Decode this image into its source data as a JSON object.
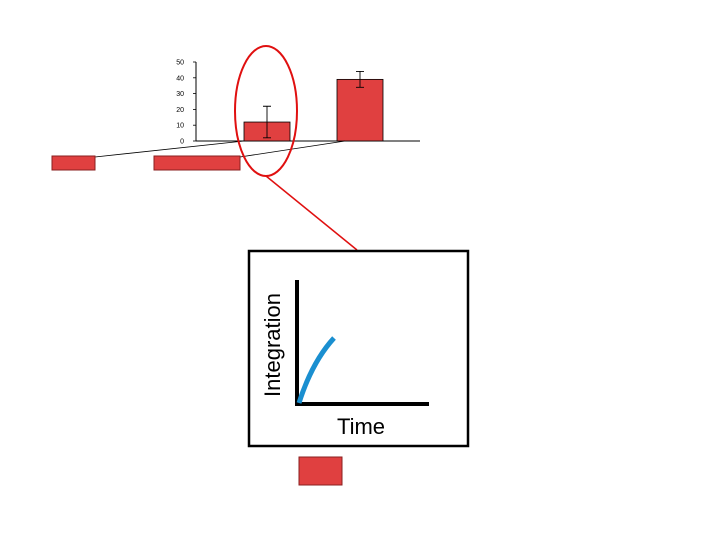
{
  "colors": {
    "bar": "#e04040",
    "bar_stroke": "#8a1f1f",
    "highlight": "#e01010",
    "curve": "#1a8fd0",
    "box_stroke": "#000000"
  },
  "chart_data": [
    {
      "type": "bar",
      "categories": [
        "",
        ""
      ],
      "values": [
        12,
        39
      ],
      "error": [
        10,
        5
      ],
      "ylim": [
        0,
        50
      ],
      "yticks": [
        "0",
        "10",
        "20",
        "30",
        "40",
        "50"
      ],
      "title": "",
      "xlabel": "",
      "ylabel": "",
      "grid": false
    },
    {
      "type": "line",
      "title": "",
      "xlabel": "Time",
      "ylabel": "Integration",
      "grid": false
    }
  ]
}
